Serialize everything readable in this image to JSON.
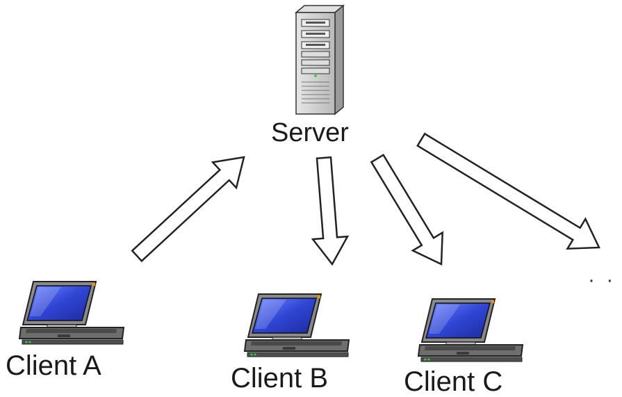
{
  "nodes": {
    "server": {
      "label": "Server",
      "icon": "server-tower-icon"
    },
    "clients": [
      {
        "label": "Client A",
        "icon": "laptop-icon"
      },
      {
        "label": "Client B",
        "icon": "laptop-icon"
      },
      {
        "label": "Client C",
        "icon": "laptop-icon"
      }
    ],
    "more": "· ·"
  },
  "edges": [
    {
      "from": "Client A",
      "to": "Server"
    },
    {
      "from": "Server",
      "to": "Client B"
    },
    {
      "from": "Server",
      "to": "Client C"
    },
    {
      "from": "Server",
      "to": "· ·"
    }
  ],
  "colors": {
    "screen": "#3a4fd8",
    "laptop_body": "#7d7d7d",
    "server_body": "#cfcfcf",
    "arrow_fill": "#ffffff",
    "arrow_stroke": "#222222"
  }
}
